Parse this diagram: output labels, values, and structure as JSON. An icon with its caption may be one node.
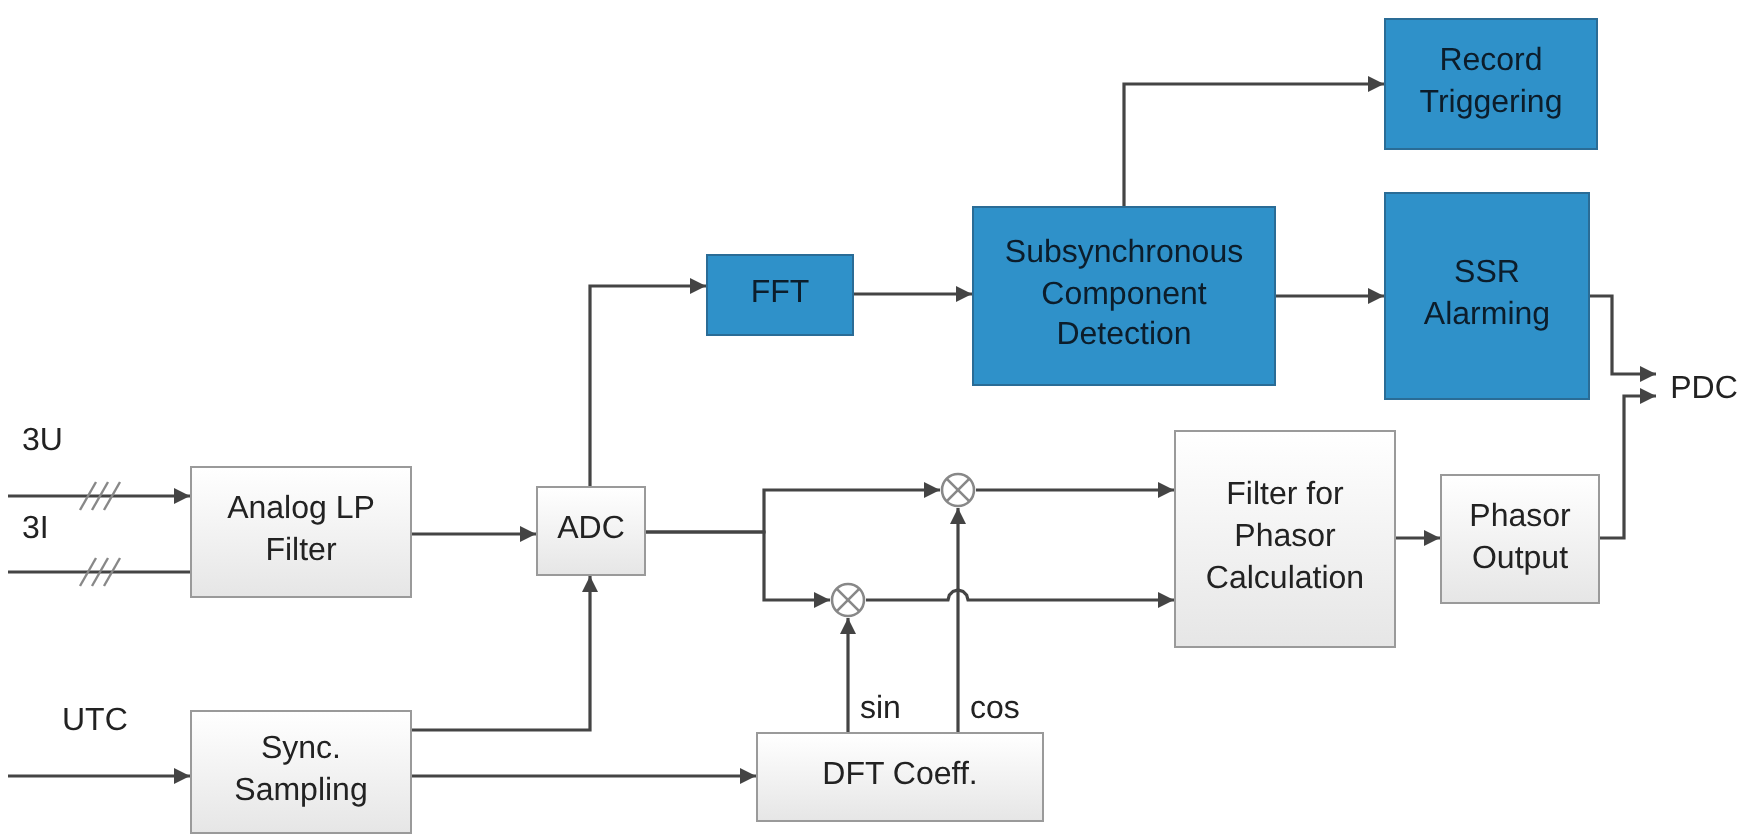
{
  "diagram": {
    "nodes": [
      {
        "text": [
          "Analog LP Filter"
        ]
      },
      {
        "text": [
          "ADC"
        ]
      },
      {
        "text": [
          "Sync. Sampling"
        ]
      },
      {
        "text": [
          "FFT"
        ]
      },
      {
        "text": [
          "Subsynchronous Component Detection"
        ]
      },
      {
        "text": [
          "Record Triggering"
        ]
      },
      {
        "text": [
          "SSR Alarming"
        ]
      },
      {
        "text": [],
        "shape": "circle"
      },
      {
        "text": [],
        "shape": "circle"
      },
      {
        "text": [
          "Filter for Phasor Calculation"
        ]
      },
      {
        "text": [
          "Phasor Output"
        ]
      },
      {
        "text": [
          "DFT Coeff."
        ]
      },
      {
        "text": [
          "PDC"
        ]
      }
    ],
    "edges": [
      {
        "from": null,
        "to": 0,
        "arrow": "to",
        "label": "3U"
      },
      {
        "from": null,
        "to": 0,
        "arrow": "none",
        "label": "3I"
      },
      {
        "from": null,
        "to": 2,
        "arrow": "to",
        "label": "UTC"
      },
      {
        "from": 0,
        "to": 1,
        "arrow": "to"
      },
      {
        "from": 2,
        "to": 1,
        "arrow": "to"
      },
      {
        "from": 1,
        "to": 3,
        "arrow": "to"
      },
      {
        "from": 3,
        "to": 4,
        "arrow": "to"
      },
      {
        "from": 4,
        "to": 5,
        "arrow": "to"
      },
      {
        "from": 4,
        "to": 6,
        "arrow": "to"
      },
      {
        "from": 1,
        "to": 7,
        "arrow": "to"
      },
      {
        "from": 1,
        "to": 8,
        "arrow": "to"
      },
      {
        "from": 11,
        "to": 8,
        "arrow": "to",
        "label": "sin"
      },
      {
        "from": 11,
        "to": 7,
        "arrow": "to",
        "label": "cos"
      },
      {
        "from": 7,
        "to": 9,
        "arrow": "to"
      },
      {
        "from": 8,
        "to": 9,
        "arrow": "to"
      },
      {
        "from": 9,
        "to": 10,
        "arrow": "to"
      },
      {
        "from": 10,
        "to": 12,
        "arrow": "to"
      },
      {
        "from": 6,
        "to": 12,
        "arrow": "to"
      },
      {
        "from": 2,
        "to": 11,
        "arrow": "to"
      }
    ]
  }
}
